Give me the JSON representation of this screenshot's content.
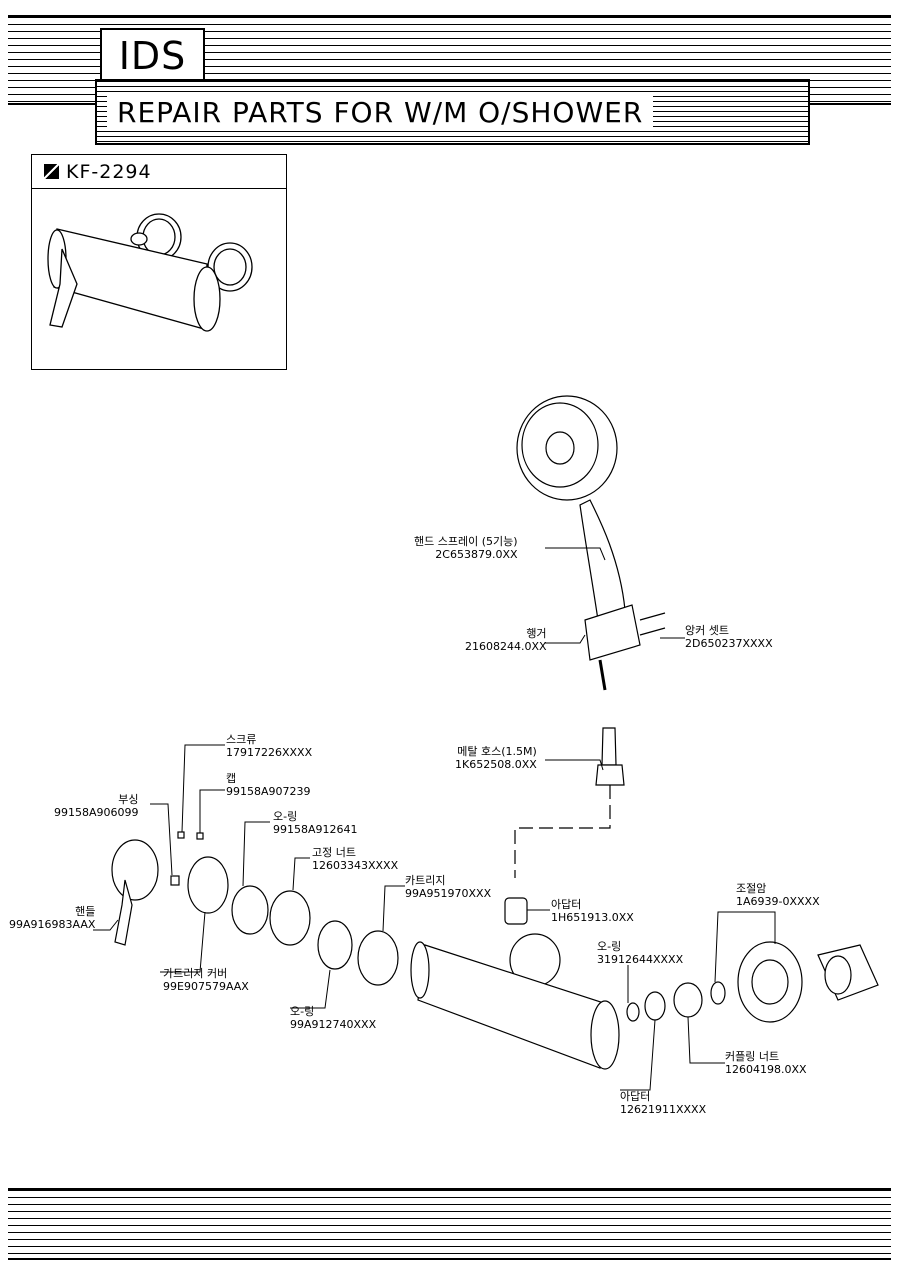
{
  "header": {
    "brand": "IDS",
    "title": "REPAIR PARTS FOR W/M O/SHOWER"
  },
  "model": {
    "code": "KF-2294"
  },
  "parts": {
    "hand_spray": {
      "name": "핸드 스프레이 (5기능)",
      "code": "2C653879.0XX"
    },
    "hanger": {
      "name": "행거",
      "code": "21608244.0XX"
    },
    "anchor_set": {
      "name": "앙커 셋트",
      "code": "2D650237XXXX"
    },
    "metal_hose": {
      "name": "메탈 호스(1.5M)",
      "code": "1K652508.0XX"
    },
    "screw": {
      "name": "스크류",
      "code": "17917226XXXX"
    },
    "cap": {
      "name": "캡",
      "code": "99158A907239"
    },
    "bushing": {
      "name": "부싱",
      "code": "99158A906099"
    },
    "oring_1": {
      "name": "오-링",
      "code": "99158A912641"
    },
    "fix_nut": {
      "name": "고정 너트",
      "code": "12603343XXXX"
    },
    "cartridge": {
      "name": "카트리지",
      "code": "99A951970XXX"
    },
    "handle": {
      "name": "핸들",
      "code": "99A916983AAX"
    },
    "cartridge_cover": {
      "name": "카트리지 커버",
      "code": "99E907579AAX"
    },
    "oring_2": {
      "name": "오-링",
      "code": "99A912740XXX"
    },
    "adapter_1": {
      "name": "아답터",
      "code": "1H651913.0XX"
    },
    "oring_3": {
      "name": "오-링",
      "code": "31912644XXXX"
    },
    "adjust_arm": {
      "name": "조절암",
      "code": "1A6939-0XXXX"
    },
    "coupling_nut": {
      "name": "커플링 너트",
      "code": "12604198.0XX"
    },
    "adapter_2": {
      "name": "아답터",
      "code": "12621911XXXX"
    }
  }
}
